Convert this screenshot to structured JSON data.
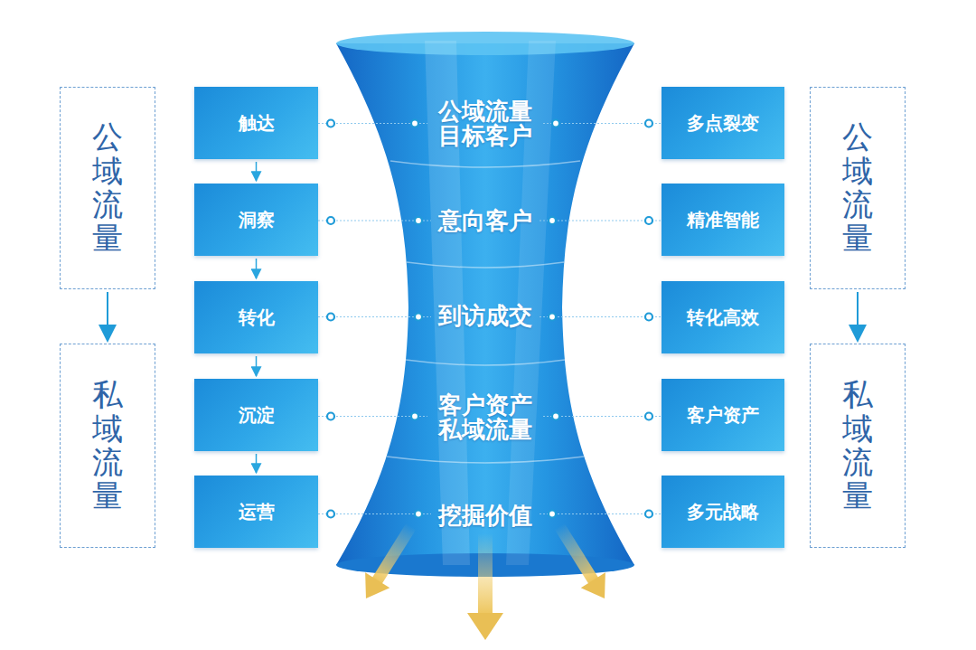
{
  "diagram": {
    "nodes": [
      {
        "text": [
          "公域流量"
        ]
      },
      {
        "text": [
          "私域流量"
        ]
      },
      {
        "text": [
          "触达"
        ]
      },
      {
        "text": [
          "洞察"
        ]
      },
      {
        "text": [
          "转化"
        ]
      },
      {
        "text": [
          "沉淀"
        ]
      },
      {
        "text": [
          "运营"
        ]
      },
      {
        "text": [
          "公域流量 目标客户"
        ]
      },
      {
        "text": [
          "意向客户"
        ]
      },
      {
        "text": [
          "到访成交"
        ]
      },
      {
        "text": [
          "客户资产 私域流量"
        ]
      },
      {
        "text": [
          "挖掘价值"
        ]
      },
      {
        "text": [
          "多点裂变"
        ]
      },
      {
        "text": [
          "精准智能"
        ]
      },
      {
        "text": [
          "转化高效"
        ]
      },
      {
        "text": [
          "客户资产"
        ]
      },
      {
        "text": [
          "多元战略"
        ]
      },
      {
        "text": [
          "公域流量"
        ]
      },
      {
        "text": [
          "私域流量"
        ]
      }
    ],
    "edges": [
      {
        "from": 0,
        "to": 1,
        "arrow": "to"
      },
      {
        "from": 2,
        "to": 3,
        "arrow": "to"
      },
      {
        "from": 3,
        "to": 4,
        "arrow": "to"
      },
      {
        "from": 4,
        "to": 5,
        "arrow": "to"
      },
      {
        "from": 5,
        "to": 6,
        "arrow": "to"
      },
      {
        "from": 2,
        "to": 7,
        "arrow": "none"
      },
      {
        "from": 3,
        "to": 8,
        "arrow": "none"
      },
      {
        "from": 4,
        "to": 9,
        "arrow": "none"
      },
      {
        "from": 5,
        "to": 10,
        "arrow": "none"
      },
      {
        "from": 6,
        "to": 11,
        "arrow": "none"
      },
      {
        "from": 7,
        "to": 12,
        "arrow": "none"
      },
      {
        "from": 8,
        "to": 13,
        "arrow": "none"
      },
      {
        "from": 9,
        "to": 14,
        "arrow": "none"
      },
      {
        "from": 10,
        "to": 15,
        "arrow": "none"
      },
      {
        "from": 11,
        "to": 16,
        "arrow": "none"
      },
      {
        "from": 17,
        "to": 18,
        "arrow": "to"
      }
    ]
  }
}
